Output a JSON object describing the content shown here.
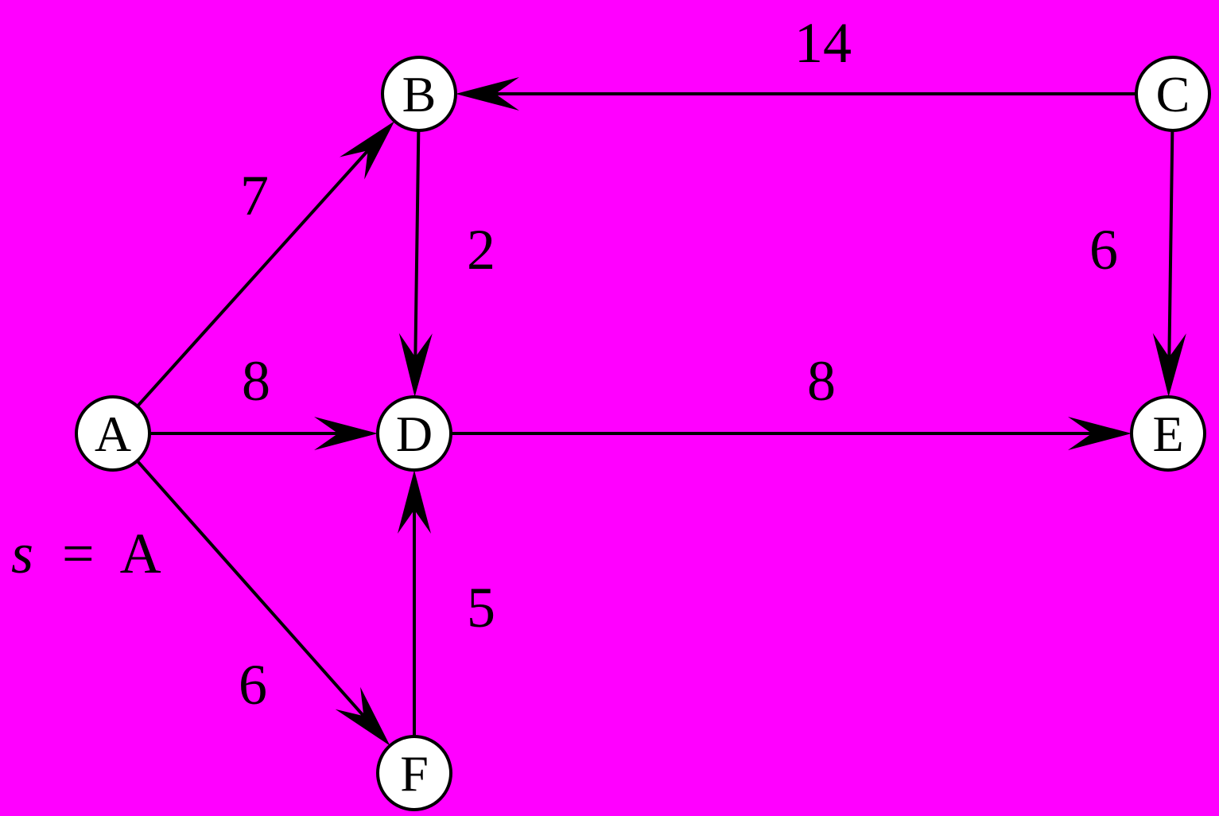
{
  "colors": {
    "background": "#ff00ff",
    "stroke": "#000000",
    "node_fill": "#ffffff"
  },
  "source_label": {
    "variable": "s",
    "equals": "=",
    "value": "A"
  },
  "nodes": [
    {
      "id": "A",
      "label": "A"
    },
    {
      "id": "B",
      "label": "B"
    },
    {
      "id": "C",
      "label": "C"
    },
    {
      "id": "D",
      "label": "D"
    },
    {
      "id": "E",
      "label": "E"
    },
    {
      "id": "F",
      "label": "F"
    }
  ],
  "edges": [
    {
      "from": "A",
      "to": "B",
      "weight": "7"
    },
    {
      "from": "A",
      "to": "D",
      "weight": "8"
    },
    {
      "from": "A",
      "to": "F",
      "weight": "6"
    },
    {
      "from": "B",
      "to": "D",
      "weight": "2"
    },
    {
      "from": "C",
      "to": "B",
      "weight": "14"
    },
    {
      "from": "C",
      "to": "E",
      "weight": "6"
    },
    {
      "from": "D",
      "to": "E",
      "weight": "8"
    },
    {
      "from": "F",
      "to": "D",
      "weight": "5"
    }
  ]
}
